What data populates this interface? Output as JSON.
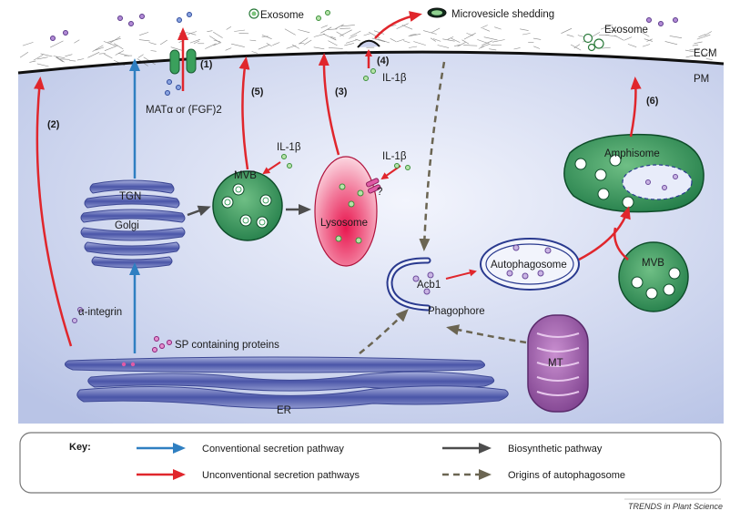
{
  "labels": {
    "ecm": "ECM",
    "pm": "PM",
    "tgn": "TGN",
    "golgi": "Golgi",
    "mvb": "MVB",
    "mvb2": "MVB",
    "lysosome": "Lysosome",
    "autophagosome": "Autophagosome",
    "amphisome": "Amphisome",
    "phagophore": "Phagophore",
    "acb1": "Acb1",
    "er": "ER",
    "mt": "MT",
    "exosome1": "Exosome",
    "exosome2": "Exosome",
    "microvesicle": "Microvesicle shedding",
    "il1b_1": "IL-1β",
    "il1b_2": "IL-1β",
    "il1b_3": "IL-1β",
    "mat": "MATα or (FGF)2",
    "integrin": "α-integrin",
    "sp": "SP containing proteins",
    "question": "?"
  },
  "pathways": {
    "p1": "(1)",
    "p2": "(2)",
    "p3": "(3)",
    "p4": "(4)",
    "p5": "(5)",
    "p6": "(6)"
  },
  "key": {
    "title": "Key:",
    "items": [
      {
        "label": "Conventional secretion pathway",
        "color": "#2f7fc1",
        "style": "solid"
      },
      {
        "label": "Unconventional secretion pathways",
        "color": "#e0262c",
        "style": "solid"
      },
      {
        "label": "Biosynthetic pathway",
        "color": "#4d4d4d",
        "style": "solid"
      },
      {
        "label": "Origins of autophagosome",
        "color": "#6b6552",
        "style": "dashed"
      }
    ]
  },
  "credit": "TRENDS in Plant Science",
  "colors": {
    "conventional": "#2f7fc1",
    "unconventional": "#e0262c",
    "biosynthetic": "#4d4d4d",
    "autophagy": "#6b6552"
  }
}
